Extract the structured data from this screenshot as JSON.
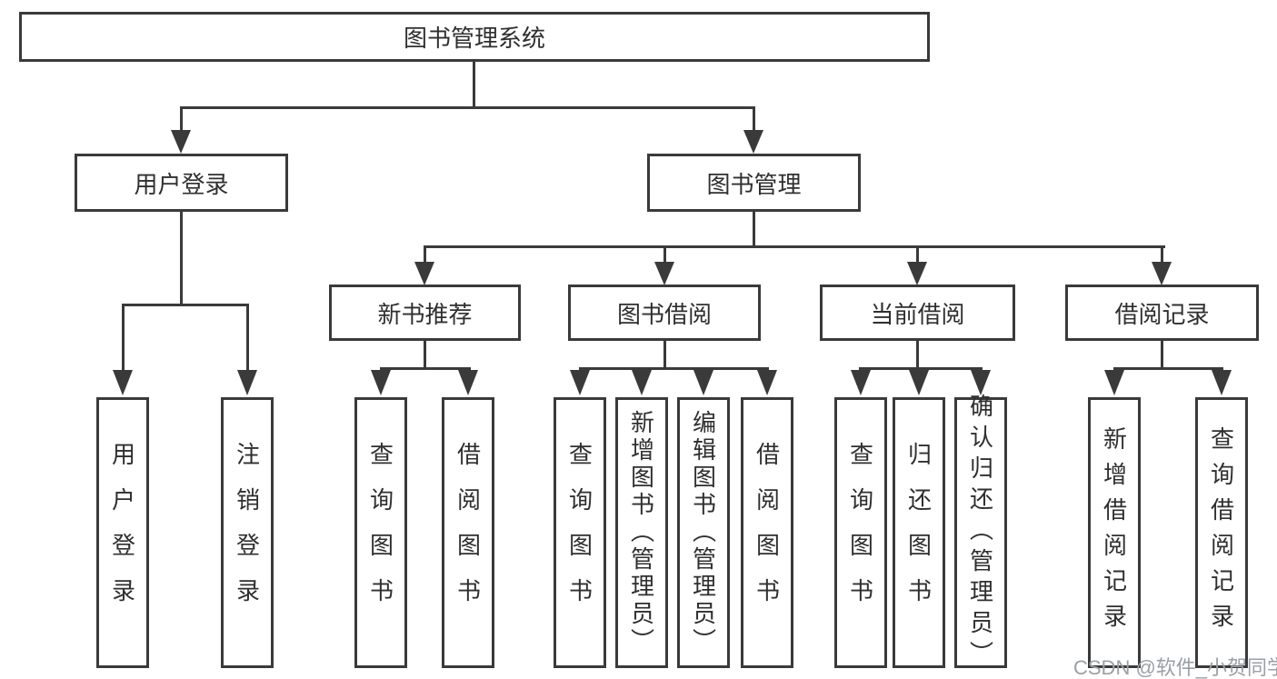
{
  "diagram": {
    "root": {
      "label": "图书管理系统"
    },
    "branches": [
      {
        "label": "用户登录",
        "children": [
          {
            "label": "用户登录"
          },
          {
            "label": "注销登录"
          }
        ]
      },
      {
        "label": "图书管理",
        "children": [
          {
            "label": "新书推荐",
            "children": [
              {
                "label": "查询图书"
              },
              {
                "label": "借阅图书"
              }
            ]
          },
          {
            "label": "图书借阅",
            "children": [
              {
                "label": "查询图书"
              },
              {
                "label": "新增图书（管理员）"
              },
              {
                "label": "编辑图书（管理员）"
              },
              {
                "label": "借阅图书"
              }
            ]
          },
          {
            "label": "当前借阅",
            "children": [
              {
                "label": "查询图书"
              },
              {
                "label": "归还图书"
              },
              {
                "label": "确认归还（管理员）"
              }
            ]
          },
          {
            "label": "借阅记录",
            "children": [
              {
                "label": "新增借阅记录"
              },
              {
                "label": "查询借阅记录"
              }
            ]
          }
        ]
      }
    ]
  },
  "watermark": {
    "text": "CSDN @软件_小贺同学"
  },
  "colors": {
    "line": "#3a3a3a",
    "text": "#2f2f2f",
    "watermark": "#9aa0a6",
    "background": "#ffffff"
  }
}
